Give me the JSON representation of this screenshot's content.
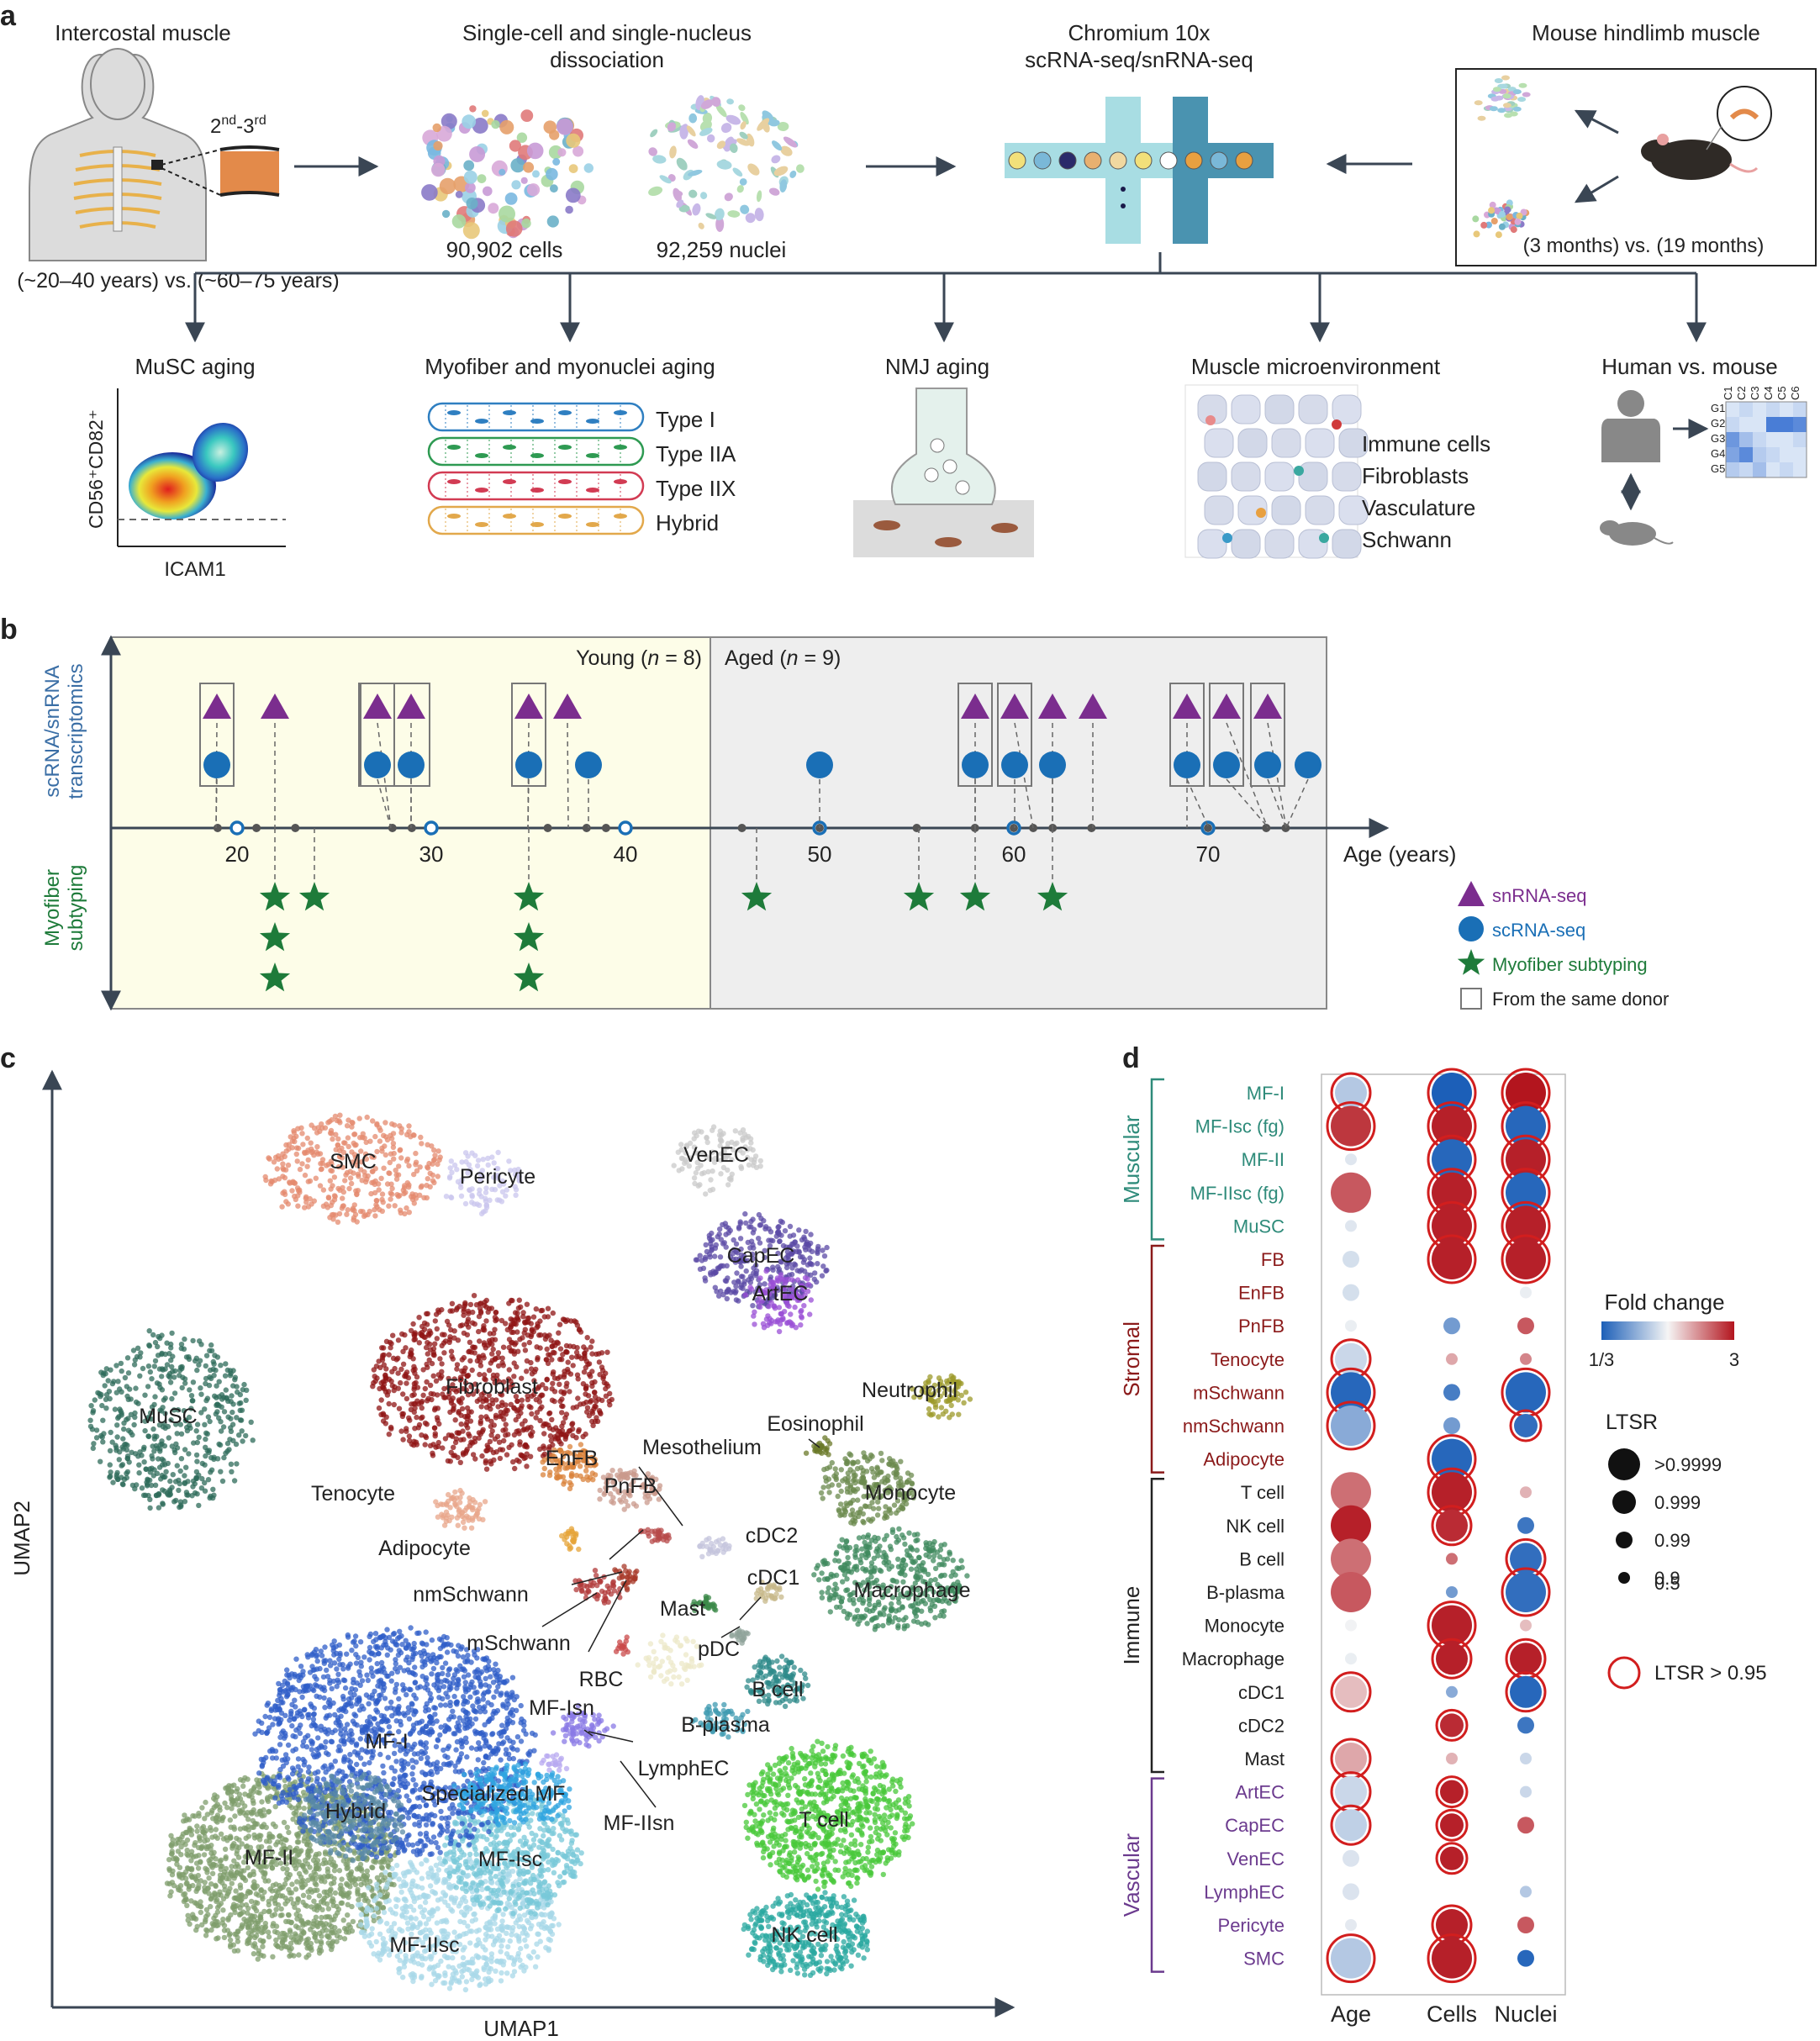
{
  "panel_a": {
    "letter": "a",
    "intercostal_title": "Intercostal muscle",
    "rib_label_base1": "2",
    "rib_label_sup1": "nd",
    "rib_label_dash": "-",
    "rib_label_base2": "3",
    "rib_label_sup2": "rd",
    "age_groups": "(~20–40 years) vs. (~60–75 years)",
    "dissociation_title_1": "Single-cell and single-nucleus",
    "dissociation_title_2": "dissociation",
    "cells_count": "90,902 cells",
    "nuclei_count": "92,259 nuclei",
    "chromium_title_1": "Chromium 10x",
    "chromium_title_2": "scRNA-seq/snRNA-seq",
    "mouse_title": "Mouse hindlimb muscle",
    "mouse_ages": "(3 months) vs. (19 months)",
    "analyses": [
      {
        "label": "MuSC aging"
      },
      {
        "label": "Myofiber and myonuclei aging"
      },
      {
        "label": "NMJ aging"
      },
      {
        "label": "Muscle microenvironment"
      },
      {
        "label": "Human vs. mouse"
      }
    ],
    "facs_ylabel": "CD56⁺CD82⁺",
    "facs_xlabel": "ICAM1",
    "fiber_types": [
      "Type I",
      "Type IIA",
      "Type IIX",
      "Hybrid"
    ],
    "fiber_colors": [
      "#2f7fc1",
      "#2e9a52",
      "#d23b53",
      "#e2a84b"
    ],
    "microenv_items": [
      "Immune cells",
      "Fibroblasts",
      "Vasculature",
      "Schwann"
    ],
    "heatmap_cols": [
      "C1",
      "C2",
      "C3",
      "C4",
      "C5",
      "C6"
    ],
    "heatmap_rows": [
      "G1",
      "G2",
      "G3",
      "G4",
      "G5"
    ]
  },
  "panel_b": {
    "letter": "b",
    "ylabel_top_1": "scRNA/snRNA",
    "ylabel_top_2": "transcriptomics",
    "ylabel_bottom_1": "Myofiber",
    "ylabel_bottom_2": "subtyping",
    "young_label": "Young (",
    "young_n": "n",
    "young_val": " = 8)",
    "aged_label": "Aged (",
    "aged_n": "n",
    "aged_val": " = 9)",
    "axis_label": "Age (years)",
    "ticks": [
      "20",
      "30",
      "40",
      "50",
      "60",
      "70"
    ],
    "legend": [
      "snRNA-seq",
      "scRNA-seq",
      "Myofiber subtyping",
      "From the same donor"
    ],
    "colors": {
      "snrna": "#7b2d8e",
      "scrna": "#1a6fb6",
      "myofiber": "#1e7b3a",
      "young_bg": "#fdfde8",
      "aged_bg": "#eeeeee"
    },
    "donor_ages": [
      19,
      21,
      23,
      28,
      29,
      36,
      38,
      39,
      46,
      50,
      55,
      58,
      60,
      61,
      62,
      64,
      70,
      73,
      74
    ],
    "sn_ages": [
      19,
      21,
      28,
      29,
      36,
      38,
      58,
      60,
      62,
      64,
      70,
      73,
      74
    ],
    "sc_ages": [
      19,
      28,
      29,
      36,
      39,
      50,
      58,
      60,
      62,
      70,
      73,
      74,
      75
    ],
    "myofiber_counts": [
      [
        21,
        3
      ],
      [
        23,
        1
      ],
      [
        36,
        3
      ],
      [
        46,
        1
      ],
      [
        55,
        1
      ],
      [
        58,
        1
      ],
      [
        62,
        1
      ]
    ]
  },
  "panel_c": {
    "letter": "c",
    "xlabel": "UMAP1",
    "ylabel": "UMAP2",
    "clusters": [
      {
        "name": "SMC",
        "color": "#e48a6e"
      },
      {
        "name": "Pericyte",
        "color": "#c9c5ee"
      },
      {
        "name": "VenEC",
        "color": "#c9c9c9"
      },
      {
        "name": "CapEC",
        "color": "#5b4aa6"
      },
      {
        "name": "ArtEC",
        "color": "#9a4fd6"
      },
      {
        "name": "MuSC",
        "color": "#2e6b59"
      },
      {
        "name": "Fibroblast",
        "color": "#8f1414"
      },
      {
        "name": "EnFB",
        "color": "#d9813a"
      },
      {
        "name": "PnFB",
        "color": "#c99a8c"
      },
      {
        "name": "Tenocyte",
        "color": "#e8a58a"
      },
      {
        "name": "Adipocyte",
        "color": "#e6a43a"
      },
      {
        "name": "Mesothelium",
        "color": "#b74a4a"
      },
      {
        "name": "Eosinophil",
        "color": "#6b7a2a"
      },
      {
        "name": "Neutrophil",
        "color": "#9c9a2a"
      },
      {
        "name": "Monocyte",
        "color": "#6b8a4e"
      },
      {
        "name": "Macrophage",
        "color": "#3f8a5e"
      },
      {
        "name": "cDC2",
        "color": "#c4c4dc"
      },
      {
        "name": "cDC1",
        "color": "#c7b88a"
      },
      {
        "name": "Mast",
        "color": "#3c8a4a"
      },
      {
        "name": "pDC",
        "color": "#8fa39a"
      },
      {
        "name": "nmSchwann",
        "color": "#b23a3a"
      },
      {
        "name": "mSchwann",
        "color": "#a83a2a"
      },
      {
        "name": "RBC",
        "color": "#c94a4a"
      },
      {
        "name": "B cell",
        "color": "#2d8a8a"
      },
      {
        "name": "B-plasma",
        "color": "#3e9ab0"
      },
      {
        "name": "LymphEC",
        "color": "#ece8c8"
      },
      {
        "name": "MF-Isn",
        "color": "#8a7ae6"
      },
      {
        "name": "MF-I",
        "color": "#2f5ec8"
      },
      {
        "name": "MF-II",
        "color": "#7f9e6c"
      },
      {
        "name": "Hybrid",
        "color": "#5a8aa6"
      },
      {
        "name": "Specialized MF",
        "color": "#2fa4e0"
      },
      {
        "name": "MF-IIsn",
        "color": "#b7a8f0"
      },
      {
        "name": "MF-Isc",
        "color": "#78c8d8"
      },
      {
        "name": "MF-IIsc",
        "color": "#a8d8e8"
      },
      {
        "name": "T cell",
        "color": "#48c83a"
      },
      {
        "name": "NK cell",
        "color": "#2aa8a0"
      }
    ]
  },
  "panel_d": {
    "letter": "d",
    "columns": [
      "Age",
      "Cells",
      "Nuclei"
    ],
    "groups": [
      {
        "name": "Muscular",
        "color": "#2e8b7a"
      },
      {
        "name": "Stromal",
        "color": "#8b1a1a"
      },
      {
        "name": "Immune",
        "color": "#222222"
      },
      {
        "name": "Vascular",
        "color": "#6b3a8e"
      }
    ],
    "legend_fold_title": "Fold change",
    "legend_fold_low": "1/3",
    "legend_fold_high": "3",
    "legend_ltsr_title": "LTSR",
    "legend_ltsr_levels": [
      ">0.9999",
      "0.999",
      "0.99",
      "0.9",
      "0.5"
    ],
    "legend_ring": "LTSR > 0.95",
    "rows": [
      {
        "name": "MF-I",
        "group": 0,
        "cells": [
          [
            -0.3,
            3,
            1
          ],
          [
            -1,
            4,
            1
          ],
          [
            1,
            4,
            1
          ]
        ]
      },
      {
        "name": "MF-Isc (fg)",
        "group": 0,
        "cells": [
          [
            0.85,
            4,
            1
          ],
          [
            0.95,
            4,
            1
          ],
          [
            -0.95,
            4,
            1
          ]
        ]
      },
      {
        "name": "MF-II",
        "group": 0,
        "cells": [
          [
            -0.1,
            0,
            0
          ],
          [
            -0.95,
            4,
            1
          ],
          [
            0.95,
            4,
            1
          ]
        ]
      },
      {
        "name": "MF-IIsc (fg)",
        "group": 0,
        "cells": [
          [
            0.7,
            4,
            0
          ],
          [
            0.95,
            4,
            1
          ],
          [
            -0.95,
            4,
            1
          ]
        ]
      },
      {
        "name": "MuSC",
        "group": 0,
        "cells": [
          [
            -0.1,
            0,
            0
          ],
          [
            0.95,
            4,
            1
          ],
          [
            0.95,
            4,
            1
          ]
        ]
      },
      {
        "name": "FB",
        "group": 1,
        "cells": [
          [
            -0.15,
            1,
            0
          ],
          [
            0.95,
            4,
            1
          ],
          [
            0.95,
            4,
            1
          ]
        ]
      },
      {
        "name": "EnFB",
        "group": 1,
        "cells": [
          [
            -0.15,
            1,
            0
          ],
          [
            0,
            -1,
            0
          ],
          [
            -0.05,
            0,
            0
          ]
        ]
      },
      {
        "name": "PnFB",
        "group": 1,
        "cells": [
          [
            -0.05,
            0,
            0
          ],
          [
            -0.6,
            1,
            0
          ],
          [
            0.7,
            1,
            0
          ]
        ]
      },
      {
        "name": "Tenocyte",
        "group": 1,
        "cells": [
          [
            -0.2,
            3,
            1
          ],
          [
            0.35,
            0,
            0
          ],
          [
            0.5,
            0,
            0
          ]
        ]
      },
      {
        "name": "mSchwann",
        "group": 1,
        "cells": [
          [
            -0.95,
            4,
            1
          ],
          [
            -0.8,
            1,
            0
          ],
          [
            -0.95,
            4,
            1
          ]
        ]
      },
      {
        "name": "nmSchwann",
        "group": 1,
        "cells": [
          [
            -0.5,
            4,
            1
          ],
          [
            -0.6,
            1,
            0
          ],
          [
            -0.9,
            2,
            1
          ]
        ]
      },
      {
        "name": "Adipocyte",
        "group": 1,
        "cells": [
          [
            0,
            -1,
            0
          ],
          [
            -0.95,
            4,
            1
          ],
          [
            0,
            -1,
            0
          ]
        ]
      },
      {
        "name": "T cell",
        "group": 2,
        "cells": [
          [
            0.6,
            4,
            0
          ],
          [
            0.95,
            4,
            1
          ],
          [
            0.3,
            0,
            0
          ]
        ]
      },
      {
        "name": "NK cell",
        "group": 2,
        "cells": [
          [
            0.95,
            4,
            0
          ],
          [
            0.9,
            3,
            1
          ],
          [
            -0.85,
            1,
            0
          ]
        ]
      },
      {
        "name": "B cell",
        "group": 2,
        "cells": [
          [
            0.6,
            4,
            0
          ],
          [
            0.6,
            0,
            0
          ],
          [
            -0.9,
            3,
            1
          ]
        ]
      },
      {
        "name": "B-plasma",
        "group": 2,
        "cells": [
          [
            0.7,
            4,
            0
          ],
          [
            -0.6,
            0,
            0
          ],
          [
            -0.9,
            4,
            1
          ]
        ]
      },
      {
        "name": "Monocyte",
        "group": 2,
        "cells": [
          [
            -0.02,
            0,
            0
          ],
          [
            0.95,
            4,
            1
          ],
          [
            0.25,
            0,
            0
          ]
        ]
      },
      {
        "name": "Macrophage",
        "group": 2,
        "cells": [
          [
            -0.05,
            0,
            0
          ],
          [
            0.95,
            3,
            1
          ],
          [
            0.95,
            3,
            1
          ]
        ]
      },
      {
        "name": "cDC1",
        "group": 2,
        "cells": [
          [
            0.25,
            3,
            1
          ],
          [
            -0.5,
            0,
            0
          ],
          [
            -0.95,
            3,
            1
          ]
        ]
      },
      {
        "name": "cDC2",
        "group": 2,
        "cells": [
          [
            0,
            -1,
            0
          ],
          [
            0.9,
            2,
            1
          ],
          [
            -0.85,
            1,
            0
          ]
        ]
      },
      {
        "name": "Mast",
        "group": 2,
        "cells": [
          [
            0.35,
            3,
            1
          ],
          [
            0.3,
            0,
            0
          ],
          [
            -0.2,
            0,
            0
          ]
        ]
      },
      {
        "name": "ArtEC",
        "group": 3,
        "cells": [
          [
            -0.2,
            3,
            1
          ],
          [
            0.95,
            2,
            1
          ],
          [
            -0.2,
            0,
            0
          ]
        ]
      },
      {
        "name": "CapEC",
        "group": 3,
        "cells": [
          [
            -0.25,
            3,
            1
          ],
          [
            0.95,
            2,
            1
          ],
          [
            0.7,
            1,
            0
          ]
        ]
      },
      {
        "name": "VenEC",
        "group": 3,
        "cells": [
          [
            -0.12,
            1,
            0
          ],
          [
            0.95,
            2,
            1
          ],
          [
            0,
            -1,
            0
          ]
        ]
      },
      {
        "name": "LymphEC",
        "group": 3,
        "cells": [
          [
            -0.12,
            1,
            0
          ],
          [
            0,
            -1,
            0
          ],
          [
            -0.3,
            0,
            0
          ]
        ]
      },
      {
        "name": "Pericyte",
        "group": 3,
        "cells": [
          [
            -0.08,
            0,
            0
          ],
          [
            0.95,
            3,
            1
          ],
          [
            0.7,
            1,
            0
          ]
        ]
      },
      {
        "name": "SMC",
        "group": 3,
        "cells": [
          [
            -0.3,
            4,
            1
          ],
          [
            0.95,
            4,
            1
          ],
          [
            -0.95,
            1,
            0
          ]
        ]
      }
    ]
  }
}
